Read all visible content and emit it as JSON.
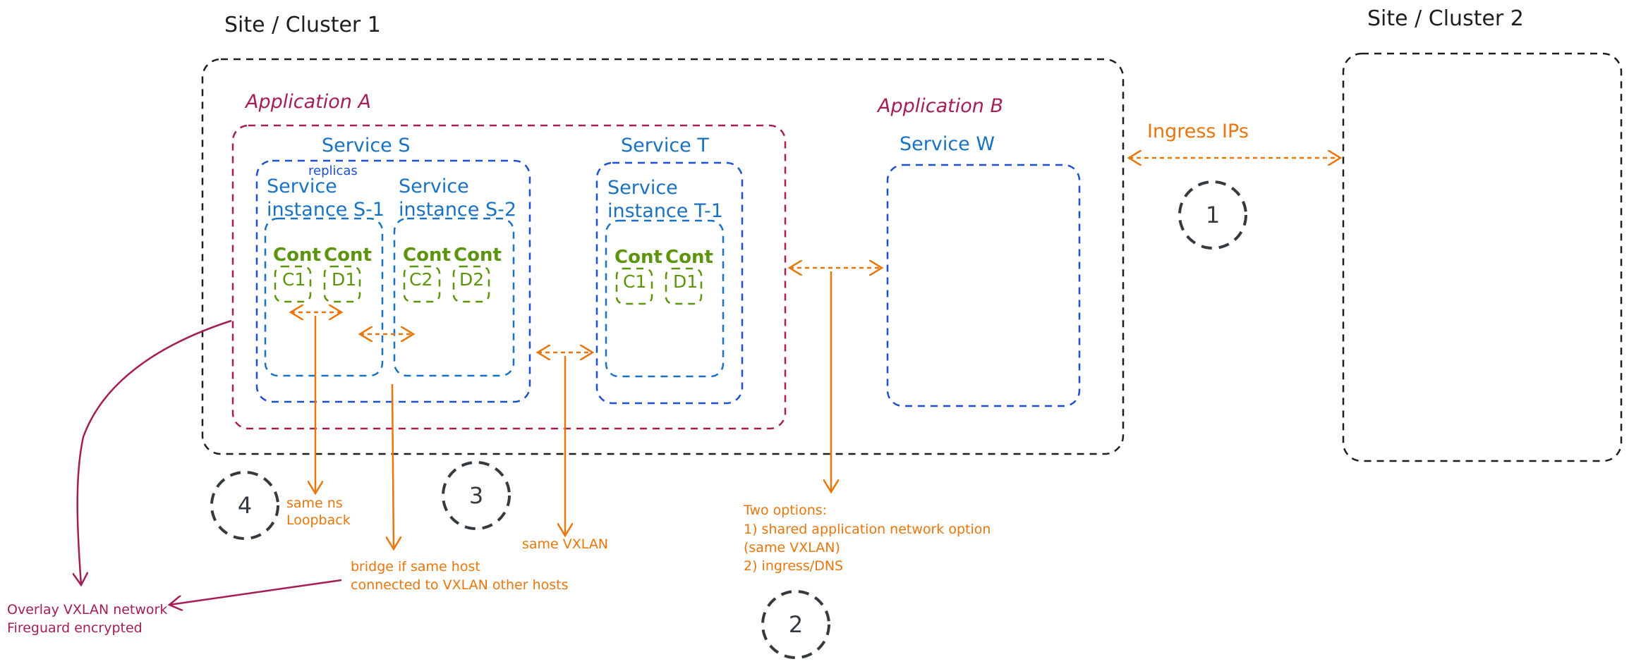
{
  "clusters": {
    "cluster1": "Site / Cluster 1",
    "cluster2": "Site / Cluster 2"
  },
  "applications": {
    "app_a": "Application A",
    "app_b": "Application B"
  },
  "services": {
    "s": "Service S",
    "t": "Service T",
    "w": "Service W",
    "replicas": "replicas"
  },
  "instances": {
    "s1": {
      "line1": "Service",
      "line2": "instance S-1"
    },
    "s2": {
      "line1": "Service",
      "line2": "instance S-2"
    },
    "t1": {
      "line1": "Service",
      "line2": "instance T-1"
    }
  },
  "containers": {
    "cont": "Cont",
    "s1_a": "C1",
    "s1_b": "D1",
    "s2_a": "C2",
    "s2_b": "D2",
    "t1_a": "C1",
    "t1_b": "D1"
  },
  "annotations": {
    "ingress": "Ingress IPs",
    "same_ns_1": "same ns",
    "same_ns_2": "Loopback",
    "bridge_1": "bridge if same host",
    "bridge_2": "connected to VXLAN other hosts",
    "same_vxlan": "same VXLAN",
    "options_1": "Two options:",
    "options_2": "1) shared application network option",
    "options_3": "(same VXLAN)",
    "options_4": "2) ingress/DNS",
    "overlay_1": "Overlay VXLAN network",
    "overlay_2": "Fireguard encrypted"
  },
  "markers": {
    "m1": "1",
    "m2": "2",
    "m3": "3",
    "m4": "4"
  },
  "colors": {
    "cluster": "#1e1e1e",
    "application": "#a41d55",
    "service": "#1c4fd1",
    "instance": "#1971c2",
    "container": "#5c940d",
    "connector": "#e8760b"
  }
}
